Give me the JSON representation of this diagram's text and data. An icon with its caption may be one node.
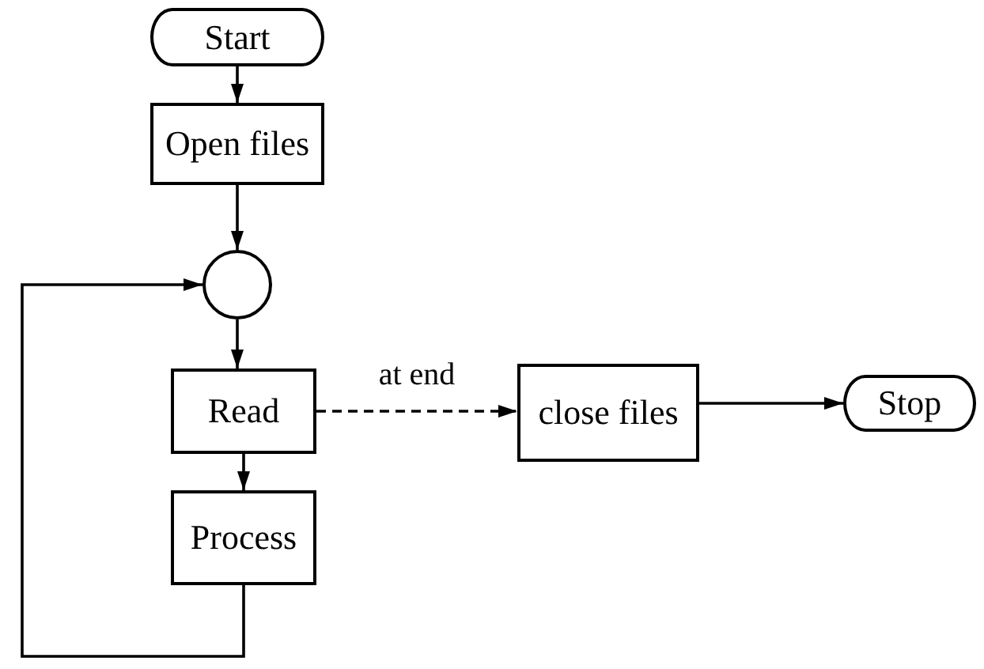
{
  "diagram": {
    "nodes": [
      {
        "text": [
          "Start"
        ]
      },
      {
        "text": [
          "Open files"
        ]
      },
      {
        "text": [],
        "shape": "circle"
      },
      {
        "text": [
          "Read"
        ]
      },
      {
        "text": [
          "close files"
        ]
      },
      {
        "text": [
          "Stop"
        ]
      },
      {
        "text": [
          "Process"
        ]
      }
    ],
    "edges": [
      {
        "from": 0,
        "to": 1,
        "arrow": "to"
      },
      {
        "from": 1,
        "to": 2,
        "arrow": "to"
      },
      {
        "from": 2,
        "to": 3,
        "arrow": "to"
      },
      {
        "from": 3,
        "to": 4,
        "label": "at end",
        "arrow": "to",
        "style": "dashed"
      },
      {
        "from": 4,
        "to": 5,
        "arrow": "to"
      },
      {
        "from": 3,
        "to": 6,
        "arrow": "to"
      },
      {
        "from": 6,
        "to": 2,
        "arrow": "to"
      }
    ]
  }
}
